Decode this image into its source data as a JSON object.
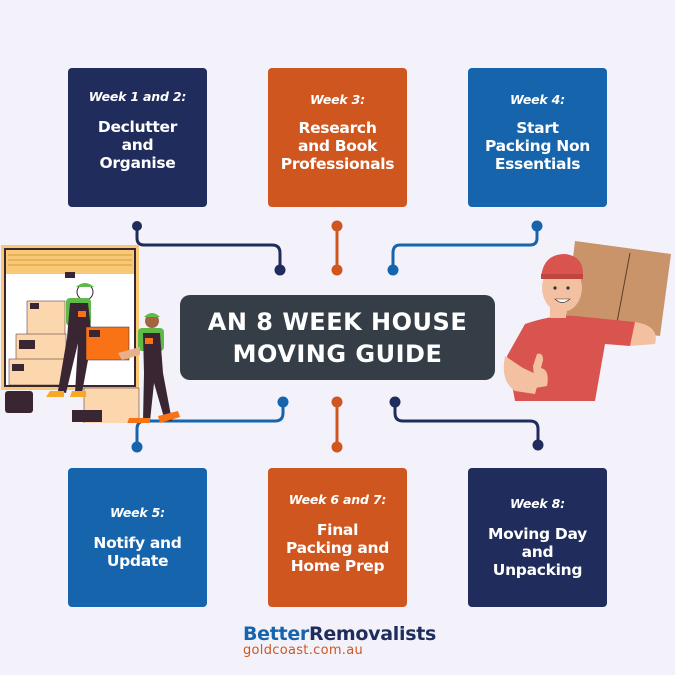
{
  "title": {
    "line1": "AN 8 WEEK HOUSE",
    "line2": "MOVING GUIDE"
  },
  "cards": [
    {
      "week": "Week 1 and 2:",
      "title": "Declutter\nand\nOrganise",
      "color": "#1f2c5c"
    },
    {
      "week": "Week 3:",
      "title": "Research\nand Book\nProfessionals",
      "color": "#cf561f"
    },
    {
      "week": "Week 4:",
      "title": "Start\nPacking Non\nEssentials",
      "color": "#1664ab"
    },
    {
      "week": "Week 5:",
      "title": "Notify and\nUpdate",
      "color": "#1664ab"
    },
    {
      "week": "Week 6 and 7:",
      "title": "Final\nPacking and\nHome Prep",
      "color": "#cf561f"
    },
    {
      "week": "Week 8:",
      "title": "Moving Day\nand\nUnpacking",
      "color": "#1f2c5c"
    }
  ],
  "logo": {
    "brand_part1": "Better",
    "brand_part2": "Removalists",
    "domain": "goldcoast.com.au"
  },
  "colors": {
    "navy": "#1f2c5c",
    "orange": "#cf561f",
    "blue": "#1664ab",
    "banner": "#353e47",
    "background": "#f3f2fb"
  },
  "illustrations": {
    "left": "movers-loading-truck",
    "right": "mover-carrying-box-thumbs-up"
  }
}
